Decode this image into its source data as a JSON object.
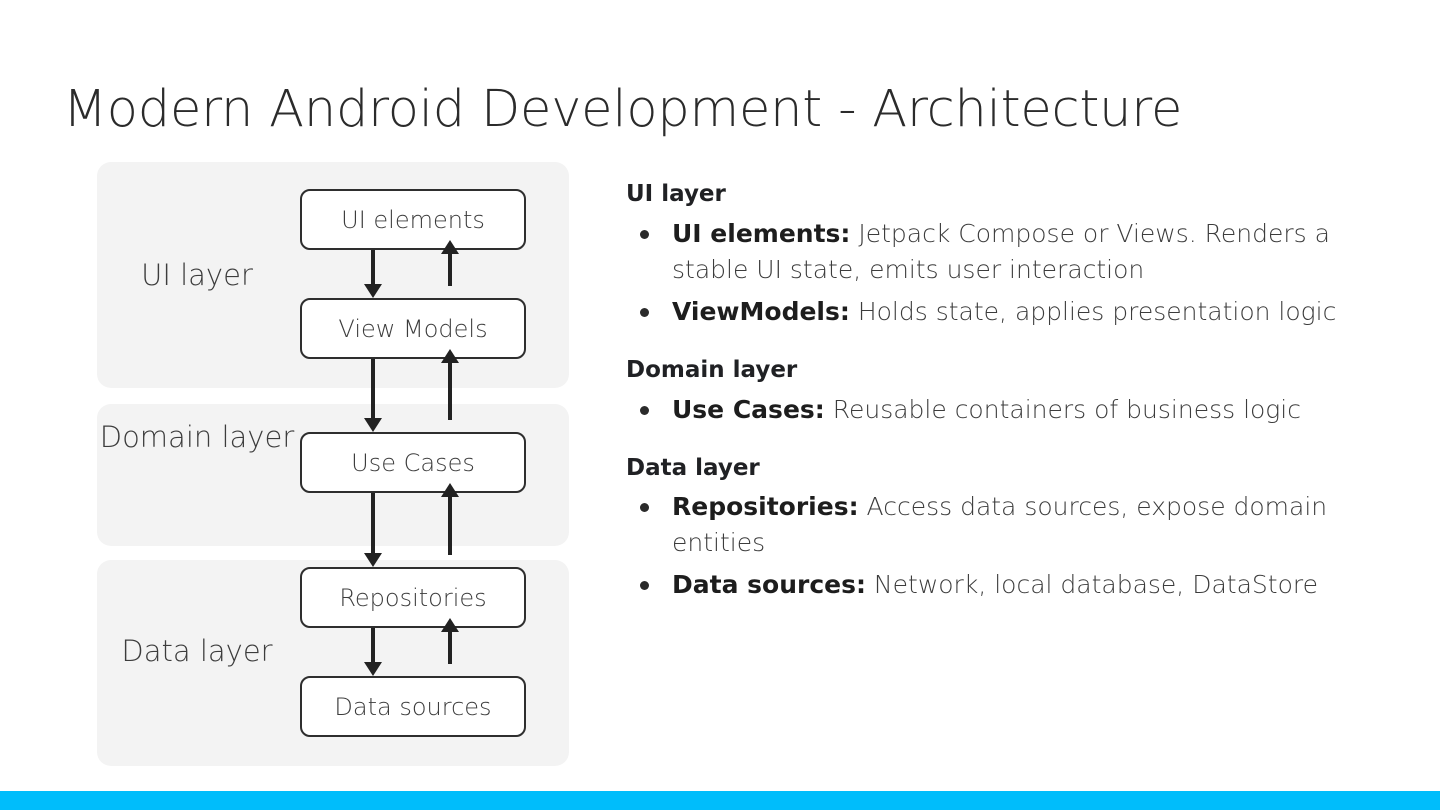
{
  "slide": {
    "title": "Modern Android Development - Architecture",
    "accent_color": "#00bdfb",
    "panel_color": "#f3f3f3"
  },
  "diagram": {
    "layers": [
      {
        "label": "UI layer",
        "nodes": [
          "UI elements",
          "View Models"
        ]
      },
      {
        "label": "Domain layer",
        "nodes": [
          "Use Cases"
        ]
      },
      {
        "label": "Data layer",
        "nodes": [
          "Repositories",
          "Data sources"
        ]
      }
    ],
    "nodes": {
      "ui_elements": "UI elements",
      "view_models": "View Models",
      "use_cases": "Use Cases",
      "repositories": "Repositories",
      "data_sources": "Data sources"
    },
    "layer_labels": {
      "ui": "UI layer",
      "domain": "Domain layer",
      "data": "Data layer"
    }
  },
  "content": {
    "sections": [
      {
        "heading": "UI layer",
        "bullets": [
          {
            "term": "UI elements:",
            "text": " Jetpack Compose or Views. Renders a stable UI state, emits user interaction"
          },
          {
            "term": "ViewModels:",
            "text": " Holds state, applies presentation logic"
          }
        ]
      },
      {
        "heading": "Domain layer",
        "bullets": [
          {
            "term": "Use Cases:",
            "text": " Reusable containers of business logic"
          }
        ]
      },
      {
        "heading": "Data layer",
        "bullets": [
          {
            "term": "Repositories:",
            "text": " Access data sources, expose domain entities"
          },
          {
            "term": "Data sources:",
            "text": " Network, local database, DataStore"
          }
        ]
      }
    ]
  }
}
